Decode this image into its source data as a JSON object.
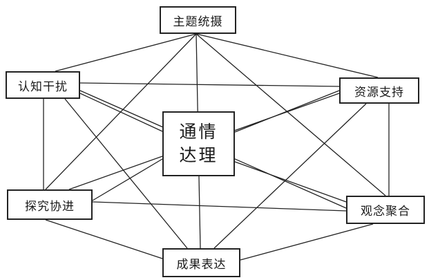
{
  "nodes": {
    "top": "主题统摄",
    "left": "认知干扰",
    "right": "资源支持",
    "center_line1": "通情",
    "center_line2": "达理",
    "bottom_left": "探究协进",
    "bottom_right": "观念聚合",
    "bottom": "成果表达"
  },
  "colors": {
    "line": "#222222",
    "border": "#222222",
    "text": "#1a1a1a",
    "background": "#ffffff"
  }
}
